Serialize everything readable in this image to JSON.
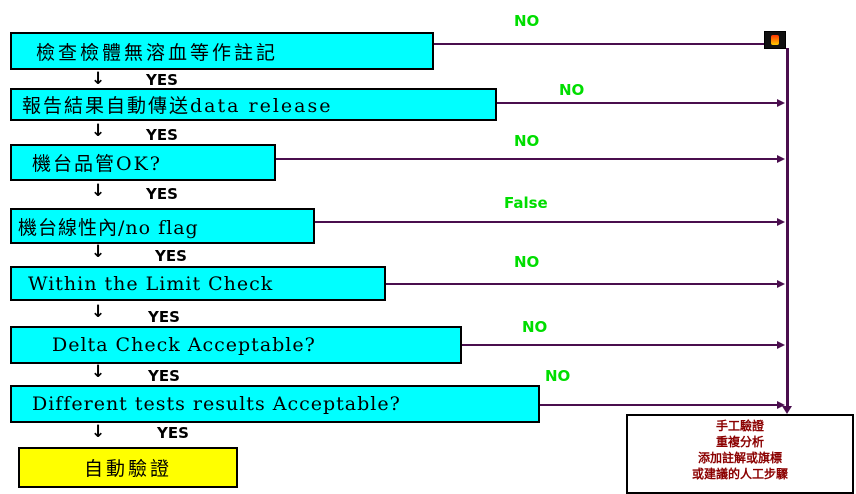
{
  "steps": [
    {
      "label": "檢查檢體無溶血等作註記",
      "branch_label": "NO"
    },
    {
      "label": "報告結果自動傳送data release",
      "branch_label": "NO"
    },
    {
      "label": "機台品管OK?",
      "branch_label": "NO"
    },
    {
      "label": "機台線性內/no flag",
      "branch_label": "False"
    },
    {
      "label": "Within the Limit Check",
      "branch_label": "NO"
    },
    {
      "label": "Delta Check Acceptable?",
      "branch_label": "NO"
    },
    {
      "label": "Different tests results Acceptable?",
      "branch_label": "NO"
    }
  ],
  "yes_label": "YES",
  "final_step": {
    "label": "自動驗證"
  },
  "manual_box": {
    "lines": [
      "手工驗證",
      "重複分析",
      "添加註解或旗標",
      "或建議的人工步驟"
    ]
  },
  "colors": {
    "step_fill": "#00ffff",
    "final_fill": "#ffff00",
    "connector": "#4a0e4e",
    "no_text": "#00dd00",
    "manual_text": "#8b0000"
  },
  "icons": {
    "top_right": "warning-light-icon",
    "down": "down-arrow-icon"
  }
}
